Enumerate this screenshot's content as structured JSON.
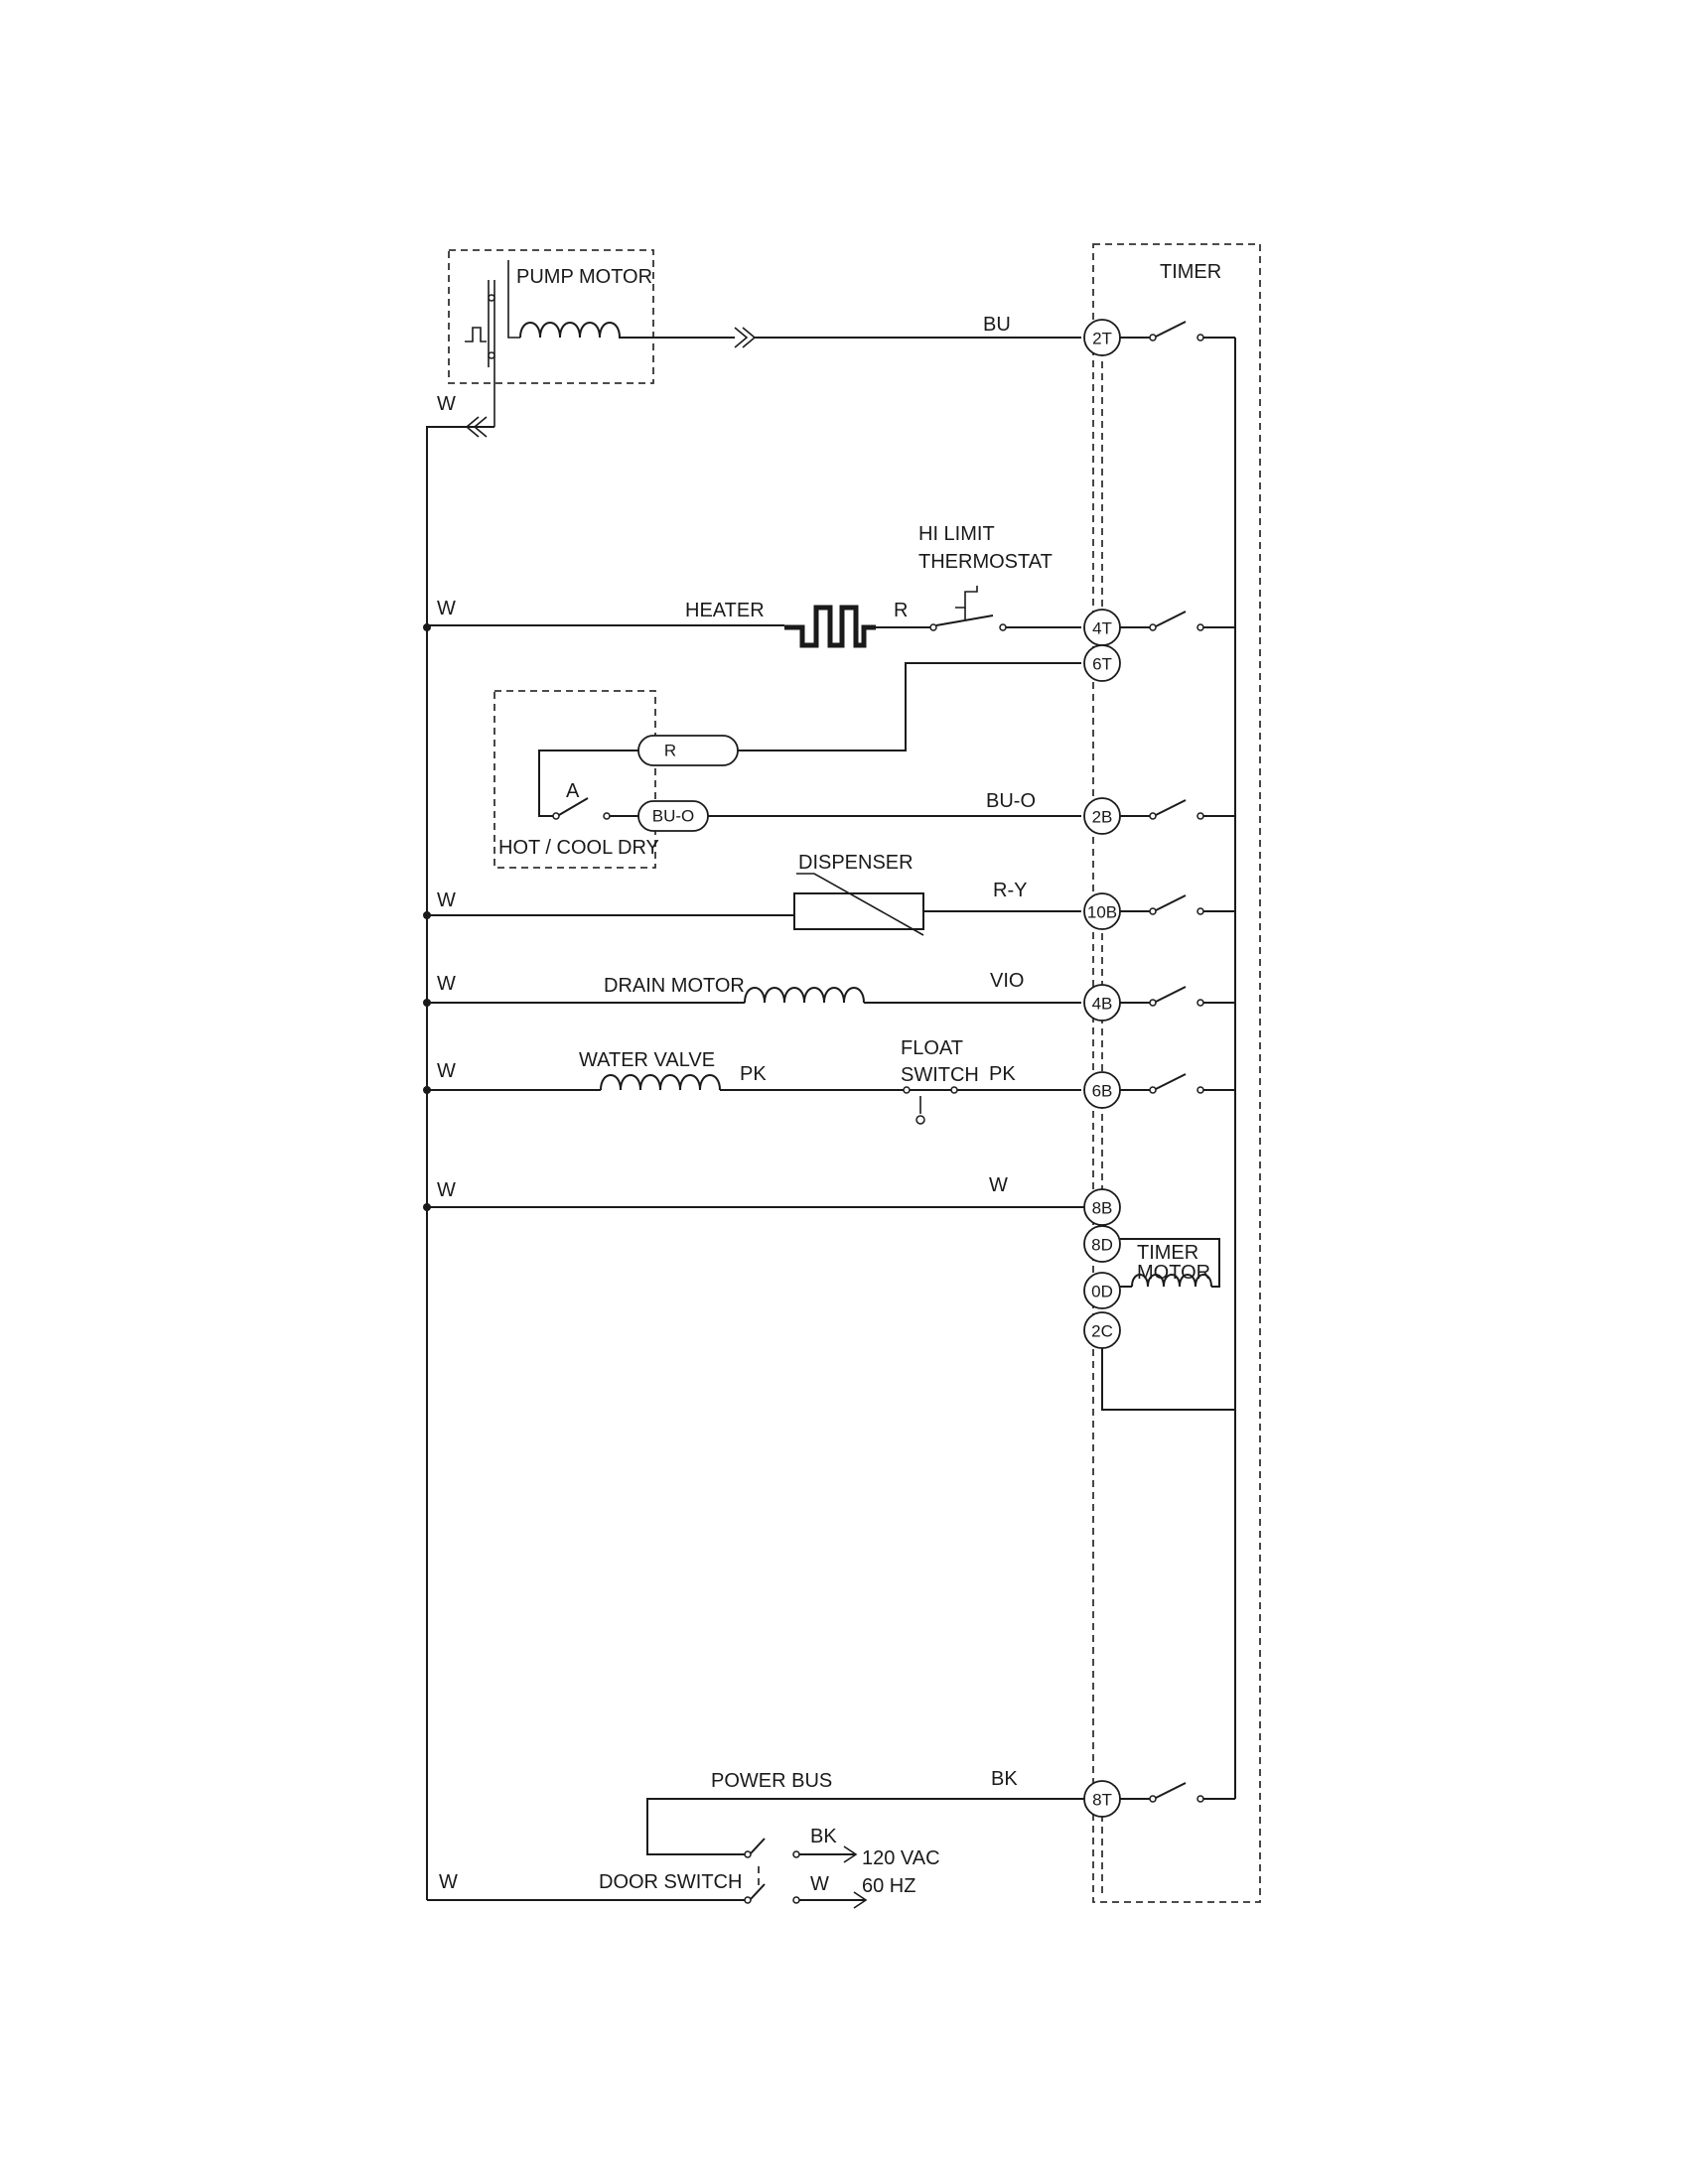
{
  "labels": {
    "pump_motor": "PUMP MOTOR",
    "timer": "TIMER",
    "heater": "HEATER",
    "hi_limit_1": "HI LIMIT",
    "hi_limit_2": "THERMOSTAT",
    "hot_cool_dry": "HOT / COOL DRY",
    "contact_a": "A",
    "dispenser": "DISPENSER",
    "drain_motor": "DRAIN MOTOR",
    "water_valve": "WATER VALVE",
    "float_1": "FLOAT",
    "float_2": "SWITCH",
    "timer_motor_1": "TIMER",
    "timer_motor_2": "MOTOR",
    "power_bus": "POWER BUS",
    "door_switch": "DOOR SWITCH",
    "supply_1": "120 VAC",
    "supply_2": "60 HZ"
  },
  "wire_colors": {
    "w_pump": "W",
    "w_heater": "W",
    "w_dispenser": "W",
    "w_drain": "W",
    "w_valve": "W",
    "w_8b_left": "W",
    "w_8b_right": "W",
    "w_door": "W",
    "w_supply": "W",
    "bu": "BU",
    "r_heater": "R",
    "bu_o": "BU-O",
    "r_y": "R-Y",
    "vio": "VIO",
    "pk_1": "PK",
    "pk_2": "PK",
    "bk_bus": "BK",
    "bk_supply": "BK"
  },
  "selector_terminals": {
    "r": "R",
    "bu_o": "BU-O"
  },
  "timer_terminals": {
    "t2t": "2T",
    "t4t": "4T",
    "t6t": "6T",
    "t2b": "2B",
    "t10b": "10B",
    "t4b": "4B",
    "t6b": "6B",
    "t8b": "8B",
    "t8d": "8D",
    "t0d": "0D",
    "t2c": "2C",
    "t8t": "8T"
  },
  "ink_color": "#1a1a1a",
  "background_color": "#ffffff"
}
